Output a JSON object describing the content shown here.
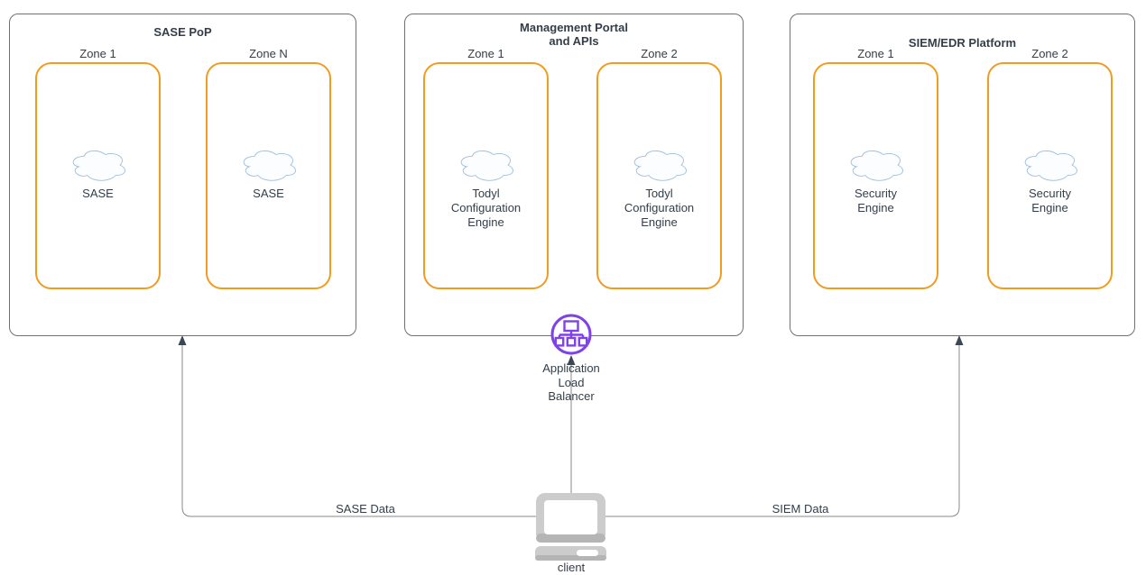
{
  "panels": [
    {
      "title": "SASE PoP",
      "zones": [
        {
          "label": "Zone 1",
          "node": "SASE"
        },
        {
          "label": "Zone N",
          "node": "SASE"
        }
      ]
    },
    {
      "title": "Management Portal\nand APIs",
      "zones": [
        {
          "label": "Zone 1",
          "node": "Todyl\nConfiguration\nEngine"
        },
        {
          "label": "Zone 2",
          "node": "Todyl\nConfiguration\nEngine"
        }
      ]
    },
    {
      "title": "SIEM/EDR Platform",
      "zones": [
        {
          "label": "Zone 1",
          "node": "Security\nEngine"
        },
        {
          "label": "Zone 2",
          "node": "Security\nEngine"
        }
      ]
    }
  ],
  "load_balancer": {
    "label": "Application\nLoad\nBalancer"
  },
  "client": {
    "label": "client"
  },
  "edge_labels": {
    "sase": "SASE Data",
    "siem": "SIEM Data"
  },
  "colors": {
    "zone_border": "#F09C1D",
    "panel_border": "#707070",
    "cloud_stroke": "#9EBFDC",
    "load_balancer_purple": "#7D42E8",
    "text": "#343E48",
    "line": "#8A8A8A",
    "arrowhead": "#3D4752",
    "client_gray": "#CCCCCC",
    "client_gray_dark": "#B5B5B5"
  }
}
